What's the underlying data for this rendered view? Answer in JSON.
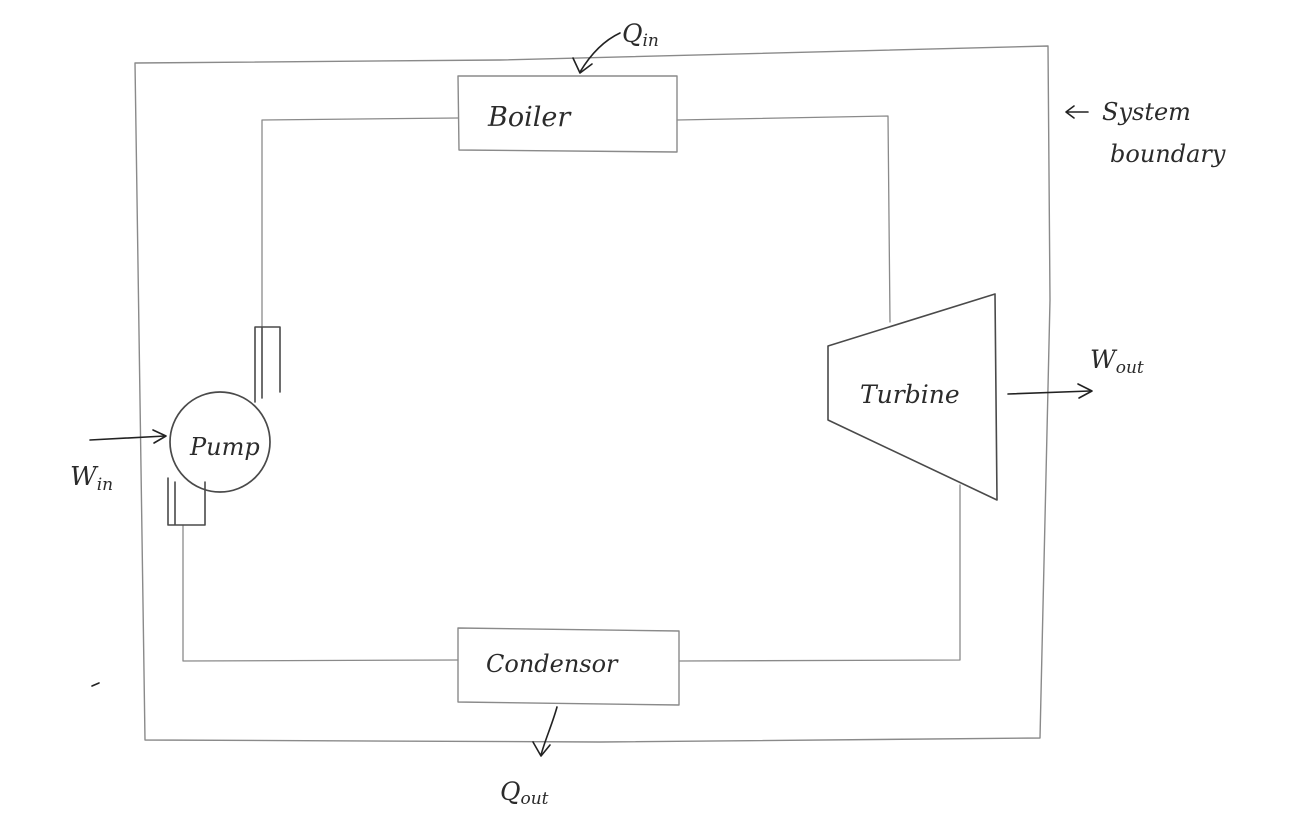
{
  "components": {
    "boiler": "Boiler",
    "pump": "Pump",
    "turbine": "Turbine",
    "condenser": "Condensor"
  },
  "energy": {
    "q_in": "Qin",
    "q_out": "Qout",
    "w_in": "Win",
    "w_out": "Wout"
  },
  "boundary": {
    "line1": "System",
    "line2": "boundary"
  }
}
